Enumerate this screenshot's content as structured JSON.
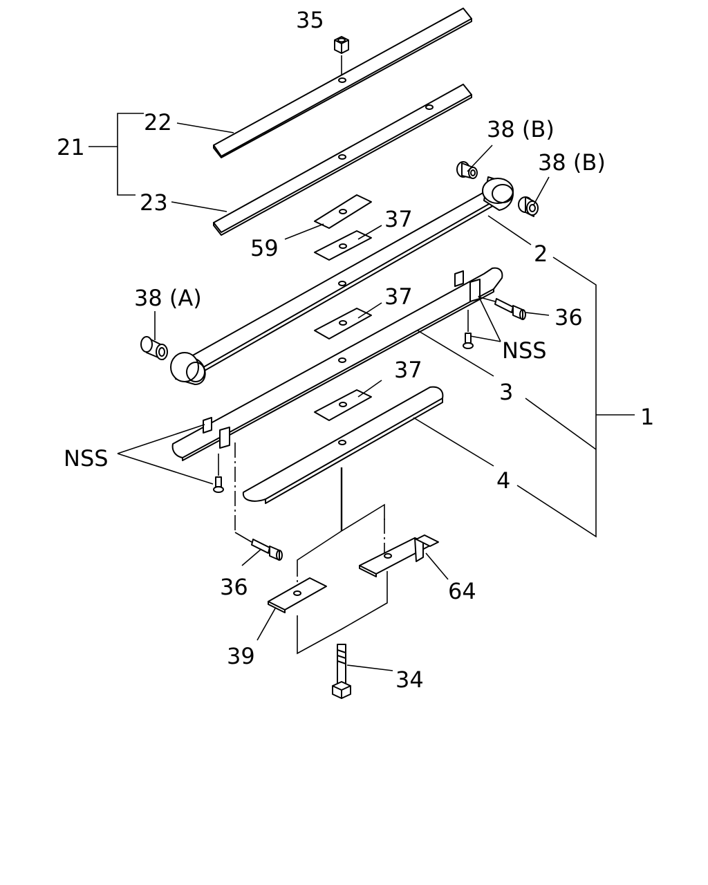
{
  "labels": {
    "l35": "35",
    "l22": "22",
    "l21": "21",
    "l23": "23",
    "l38b1": "38 (B)",
    "l38b2": "38 (B)",
    "l59": "59",
    "l37a": "37",
    "l2": "2",
    "l38a": "38 (A)",
    "l37b": "37",
    "l36a": "36",
    "lnss1": "NSS",
    "l3": "3",
    "l37c": "37",
    "l1": "1",
    "lnss2": "NSS",
    "l4": "4",
    "l36b": "36",
    "l64": "64",
    "l39": "39",
    "l34": "34"
  }
}
